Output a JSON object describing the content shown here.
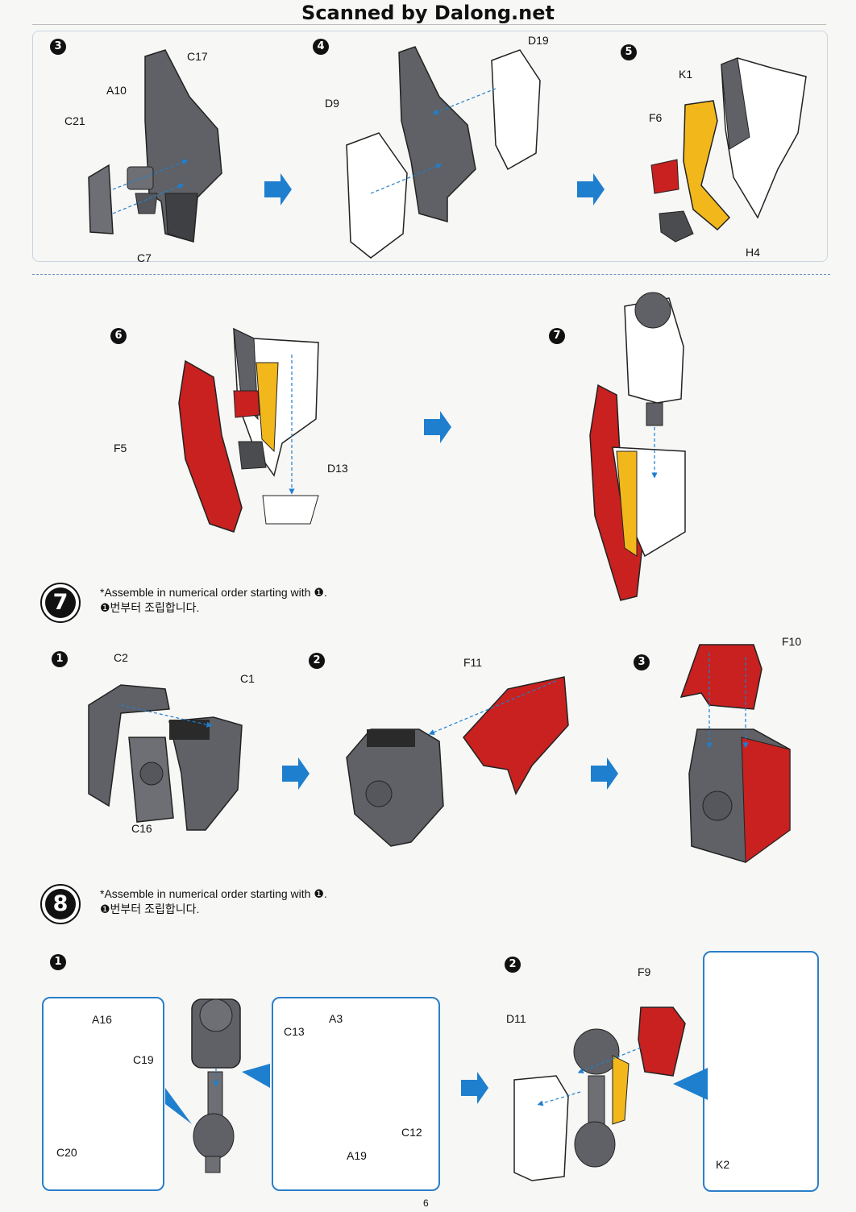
{
  "header": "Scanned by Dalong.net",
  "page_number": "6",
  "section7": {
    "number": "7",
    "note_en": "*Assemble in numerical order starting with ❶.",
    "note_ko": "❶번부터 조립합니다."
  },
  "section8": {
    "number": "8",
    "note_en": "*Assemble in numerical order starting with ❶.",
    "note_ko": "❶번부터 조립합니다."
  },
  "steps": {
    "s3": "3",
    "s4": "4",
    "s5": "5",
    "s6": "6",
    "s7": "7",
    "a1": "1",
    "a2": "2",
    "a3": "3",
    "b1": "1",
    "b2": "2"
  },
  "parts": {
    "c17": "C17",
    "a10": "A10",
    "c21": "C21",
    "c7": "C7",
    "d19": "D19",
    "d9": "D9",
    "k1": "K1",
    "f6": "F6",
    "h4": "H4",
    "f5": "F5",
    "d13": "D13",
    "c2": "C2",
    "c1": "C1",
    "c16": "C16",
    "f11": "F11",
    "f10": "F10",
    "a16": "A16",
    "c19": "C19",
    "c20": "C20",
    "c13": "C13",
    "a3": "A3",
    "c12": "C12",
    "a19": "A19",
    "d11": "D11",
    "f9": "F9",
    "k2": "K2"
  },
  "colors": {
    "arrow_blue": "#1f7fcf",
    "part_gray": "#5f6166",
    "part_red": "#c8211f",
    "part_yellow": "#f2b81b",
    "part_white": "#ffffff"
  }
}
